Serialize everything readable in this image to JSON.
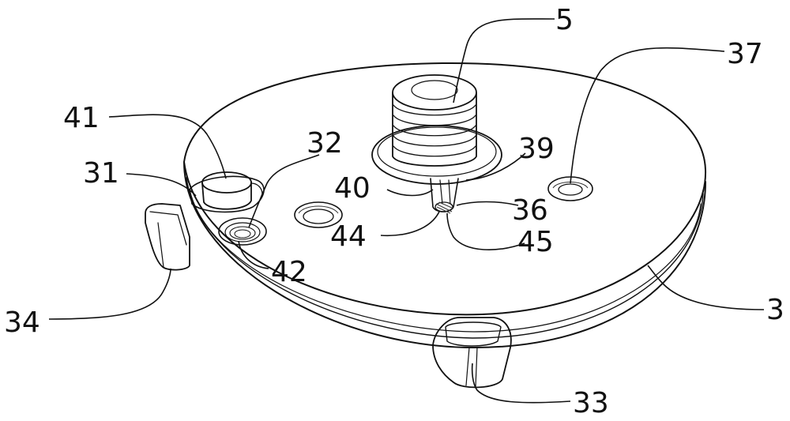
{
  "callouts": [
    {
      "id": "5",
      "text": "5"
    },
    {
      "id": "37",
      "text": "37"
    },
    {
      "id": "41",
      "text": "41"
    },
    {
      "id": "32",
      "text": "32"
    },
    {
      "id": "39",
      "text": "39"
    },
    {
      "id": "31",
      "text": "31"
    },
    {
      "id": "40",
      "text": "40"
    },
    {
      "id": "36",
      "text": "36"
    },
    {
      "id": "44",
      "text": "44"
    },
    {
      "id": "45",
      "text": "45"
    },
    {
      "id": "42",
      "text": "42"
    },
    {
      "id": "34",
      "text": "34"
    },
    {
      "id": "3",
      "text": "3"
    },
    {
      "id": "33",
      "text": "33"
    }
  ]
}
